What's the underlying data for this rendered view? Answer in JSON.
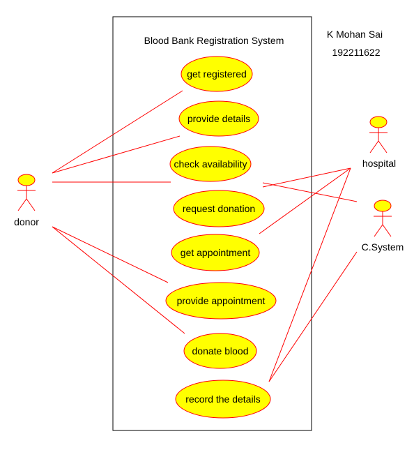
{
  "system": {
    "title": "Blood Bank Registration System"
  },
  "author": {
    "name": "K Mohan Sai",
    "id": "192211622"
  },
  "actors": {
    "donor": {
      "label": "donor"
    },
    "hospital": {
      "label": "hospital"
    },
    "csystem": {
      "label": "C.System"
    }
  },
  "use_cases": {
    "get_registered": "get registered",
    "provide_details": "provide details",
    "check_availability": "check availability",
    "request_donation": "request donation",
    "get_appointment": "get appointment",
    "provide_appointment": "provide appointment",
    "donate_blood": "donate blood",
    "record_details": "record the details"
  },
  "colors": {
    "usecase_fill": "#ffff00",
    "stroke": "#ff0000",
    "actor_fill": "#ffff00",
    "boundary": "#000000"
  }
}
